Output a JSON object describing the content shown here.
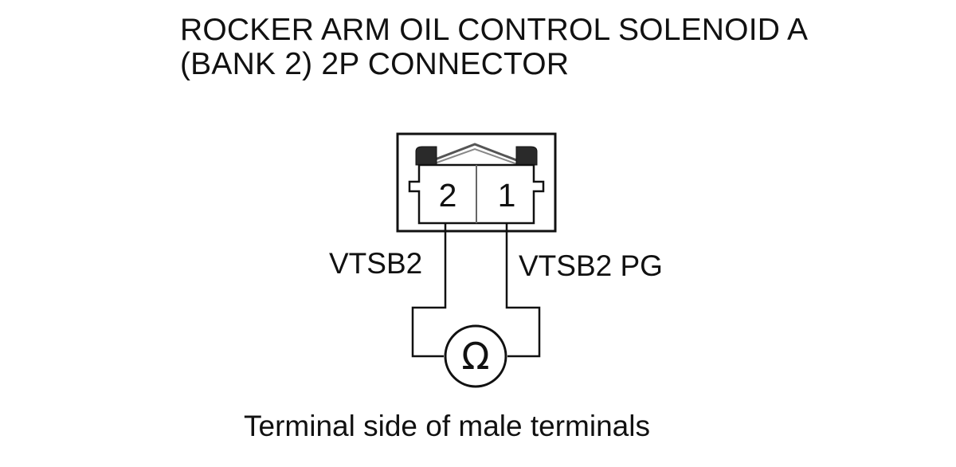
{
  "title": {
    "line1": "ROCKER ARM OIL CONTROL SOLENOID A",
    "line2": "(BANK 2) 2P CONNECTOR"
  },
  "connector": {
    "pins": [
      {
        "number": "2",
        "wire": "VTSB2"
      },
      {
        "number": "1",
        "wire": "VTSB2 PG"
      }
    ]
  },
  "meter": {
    "symbol": "Ω",
    "icon": "ohmmeter-icon"
  },
  "caption": "Terminal side of male terminals"
}
